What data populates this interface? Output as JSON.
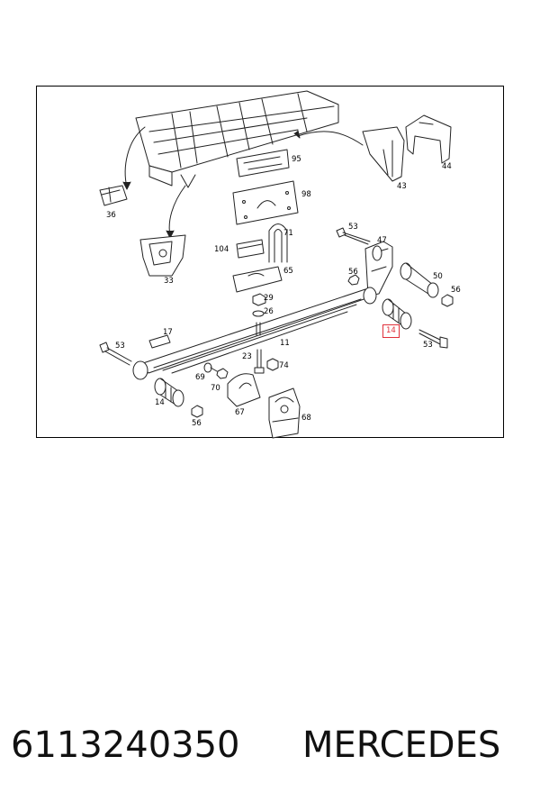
{
  "diagram": {
    "highlight_color": "#e0303a",
    "labels": {
      "p95": "95",
      "p98": "98",
      "p36": "36",
      "p33": "33",
      "p104": "104",
      "p71": "71",
      "p65": "65",
      "p29": "29",
      "p26": "26",
      "p43": "43",
      "p44": "44",
      "p53a": "53",
      "p47": "47",
      "p56a": "56",
      "p50": "50",
      "p56b": "56",
      "p14a": "14",
      "p53b": "53",
      "p17": "17",
      "p53c": "53",
      "p11": "11",
      "p23": "23",
      "p74": "74",
      "p69": "69",
      "p70": "70",
      "p14b": "14",
      "p56c": "56",
      "p67": "67",
      "p68": "68"
    }
  },
  "caption": {
    "part_number": "6113240350",
    "brand": "MERCEDES"
  }
}
